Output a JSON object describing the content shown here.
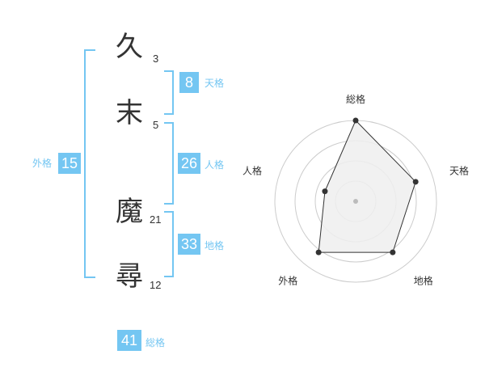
{
  "name": {
    "chars": [
      {
        "char": "久",
        "strokes": "3"
      },
      {
        "char": "末",
        "strokes": "5"
      },
      {
        "char": "魔",
        "strokes": "21"
      },
      {
        "char": "尋",
        "strokes": "12"
      }
    ]
  },
  "fortunes": {
    "tenkaku": {
      "value": "8",
      "label": "天格"
    },
    "jinkaku": {
      "value": "26",
      "label": "人格"
    },
    "chikaku": {
      "value": "33",
      "label": "地格"
    },
    "gaikaku": {
      "value": "15",
      "label": "外格"
    },
    "soukaku": {
      "value": "41",
      "label": "総格"
    }
  },
  "radar": {
    "labels": [
      "総格",
      "天格",
      "地格",
      "外格",
      "人格"
    ],
    "values": [
      1.0,
      0.78,
      0.78,
      0.78,
      0.4
    ],
    "levels": 4,
    "colors": {
      "ring": "#cccccc",
      "fill": "#eeeeee",
      "line": "#333333",
      "center": "#bbbbbb"
    }
  },
  "colors": {
    "accent": "#74c6f2",
    "text": "#333333"
  }
}
